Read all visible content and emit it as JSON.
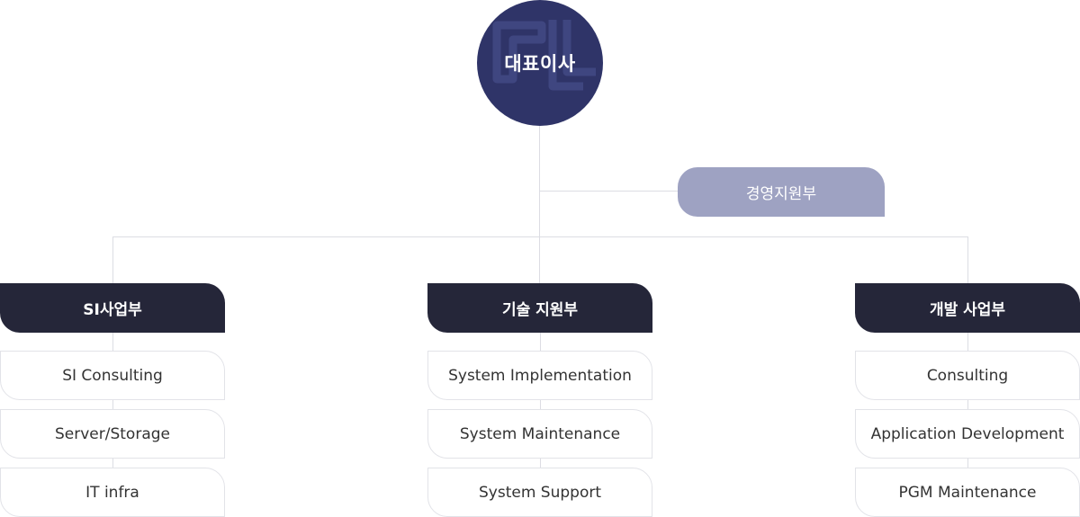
{
  "org": {
    "ceo": "대표이사",
    "support_unit": "경영지원부",
    "departments": [
      {
        "name": "SI사업부",
        "items": [
          "SI Consulting",
          "Server/Storage",
          "IT infra"
        ]
      },
      {
        "name": "기술 지원부",
        "items": [
          "System Implementation",
          "System Maintenance",
          "System Support"
        ]
      },
      {
        "name": "개발 사업부",
        "items": [
          "Consulting",
          "Application Development",
          "PGM Maintenance"
        ]
      }
    ]
  },
  "colors": {
    "ceo_fill": "#2f3468",
    "support_fill": "#9ea2c2",
    "dept_fill": "#252639",
    "connector": "#dcdde3"
  }
}
